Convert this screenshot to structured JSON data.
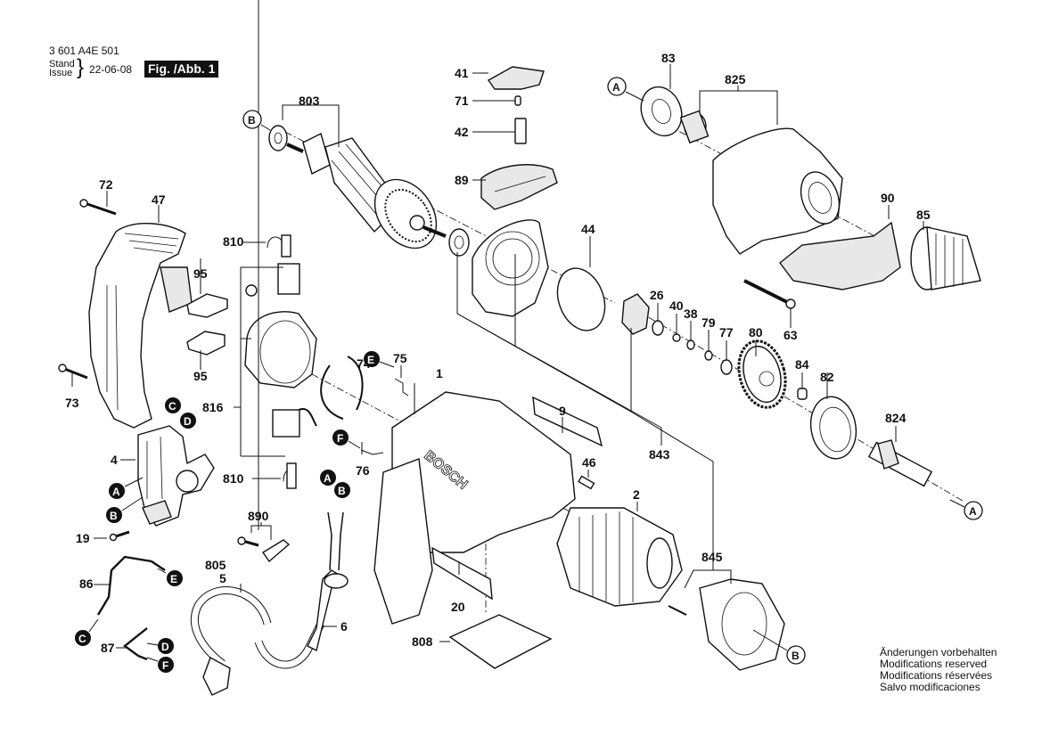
{
  "header": {
    "part_number": "3 601 A4E 501",
    "stand_label": "Stand",
    "issue_label": "Issue",
    "brace": "}",
    "date": "22-06-08",
    "figure_label": "Fig. /Abb. 1"
  },
  "brand_on_housing": "BOSCH",
  "notes": [
    "Änderungen vorbehalten",
    "Modifications reserved",
    "Modifications réservées",
    "Salvo modificaciones"
  ],
  "part_labels": {
    "p1": "1",
    "p2": "2",
    "p4": "4",
    "p5": "5",
    "p6": "6",
    "p9": "9",
    "p19": "19",
    "p20": "20",
    "p26": "26",
    "p38": "38",
    "p40": "40",
    "p41": "41",
    "p42": "42",
    "p44": "44",
    "p46": "46",
    "p47": "47",
    "p63": "63",
    "p71": "71",
    "p72": "72",
    "p73": "73",
    "p74": "74",
    "p75": "75",
    "p76": "76",
    "p77": "77",
    "p79": "79",
    "p80": "80",
    "p82": "82",
    "p83": "83",
    "p84": "84",
    "p85": "85",
    "p86": "86",
    "p87": "87",
    "p89": "89",
    "p90": "90",
    "p95a": "95",
    "p95b": "95",
    "p803": "803",
    "p805": "805",
    "p808": "808",
    "p810a": "810",
    "p810b": "810",
    "p816": "816",
    "p824": "824",
    "p825": "825",
    "p843": "843",
    "p845": "845",
    "p890": "890"
  },
  "reference_markers": {
    "open_A_top": "A",
    "open_A_bottom": "A",
    "open_B_top": "B",
    "open_B_bottom": "B",
    "filled_A_switch": "A",
    "filled_B_switch": "B",
    "filled_C_switch": "C",
    "filled_D_switch": "D",
    "filled_A_cable": "A",
    "filled_B_cable": "B",
    "filled_C_wire": "C",
    "filled_D_wire": "D",
    "filled_E_wire": "E",
    "filled_F_wire": "F",
    "filled_E_terminal": "E",
    "filled_F_terminal": "F"
  }
}
